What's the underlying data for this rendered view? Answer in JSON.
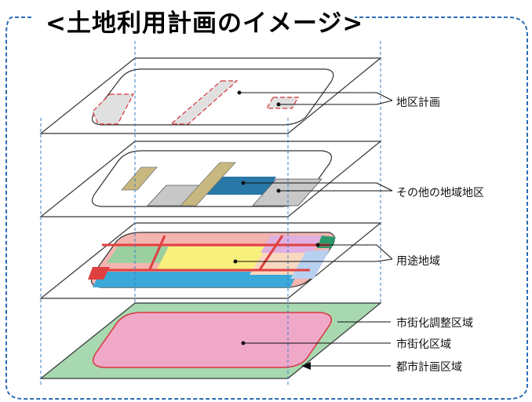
{
  "title": "<土地利用計画のイメージ>",
  "labels": {
    "district_plan": "地区計画",
    "other_zones": "その他の地域地区",
    "use_zones": "用途地域",
    "urbanization_control": "市街化調整区域",
    "urbanization_promotion": "市街化区域",
    "city_planning_area": "都市計画区域"
  },
  "colors": {
    "frame": "#2a6db5",
    "guide": "#3a7fc8",
    "red": "#d8343c",
    "green": "#a8d8b0",
    "pink": "#f0a8c8",
    "blue": "#2878a8",
    "tan": "#c8b880",
    "gray": "#c8c8c8"
  }
}
